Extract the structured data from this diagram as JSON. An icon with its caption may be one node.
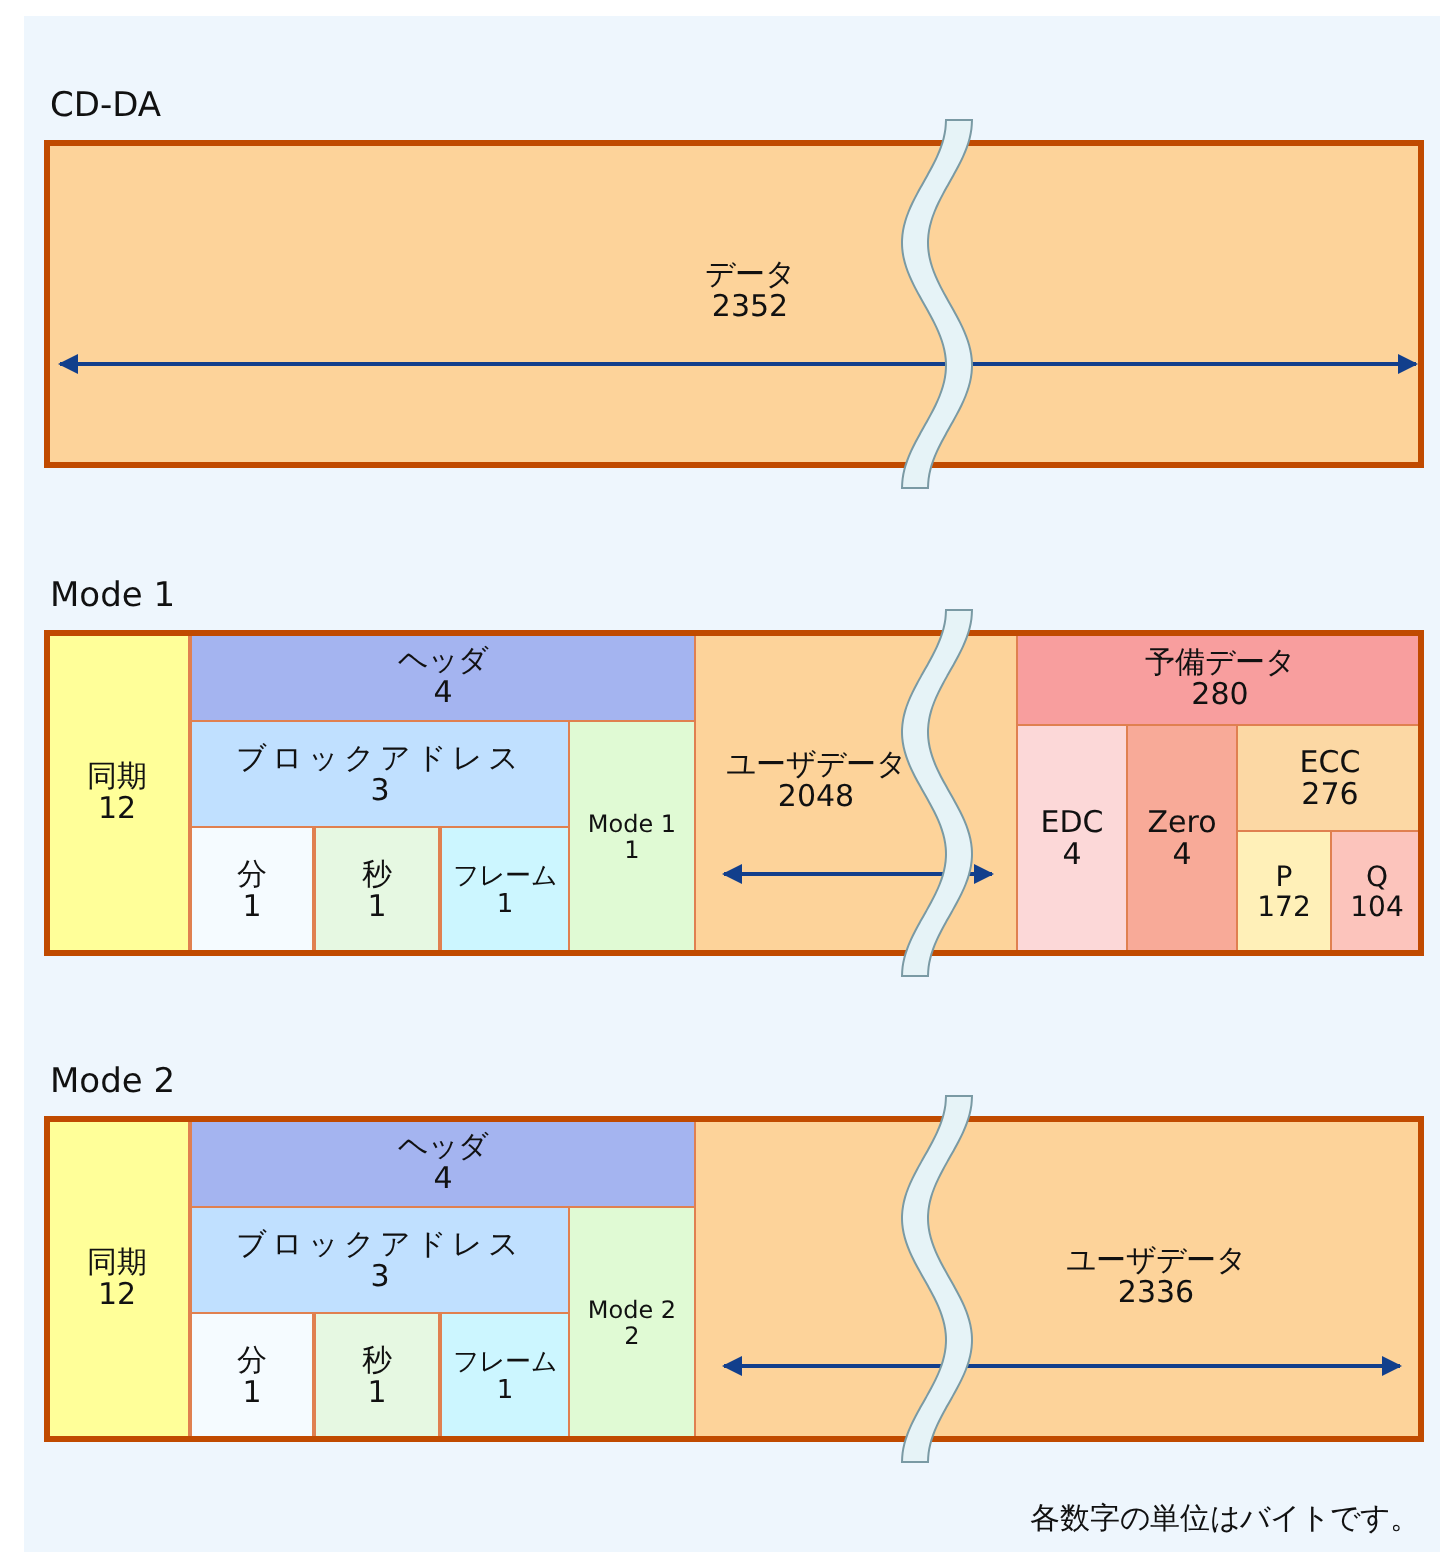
{
  "diagram": {
    "nodes": [
      {
        "text": [
          "CD-DA",
          "データ",
          "2352"
        ]
      },
      {
        "text": [
          "Mode 1"
        ]
      },
      {
        "text": [
          "同期",
          "12"
        ],
        "in": 1
      },
      {
        "text": [
          "ヘッダ",
          "4"
        ],
        "in": 1
      },
      {
        "text": [
          "ブロックアドレス",
          "3"
        ],
        "in": 3
      },
      {
        "text": [
          "分",
          "1"
        ],
        "in": 4
      },
      {
        "text": [
          "秒",
          "1"
        ],
        "in": 4
      },
      {
        "text": [
          "フレーム",
          "1"
        ],
        "in": 4
      },
      {
        "text": [
          "Mode 1",
          "1"
        ],
        "in": 3
      },
      {
        "text": [
          "ユーザデータ",
          "2048"
        ],
        "in": 1
      },
      {
        "text": [
          "予備データ",
          "280"
        ],
        "in": 1
      },
      {
        "text": [
          "EDC",
          "4"
        ],
        "in": 10
      },
      {
        "text": [
          "Zero",
          "4"
        ],
        "in": 10
      },
      {
        "text": [
          "ECC",
          "276"
        ],
        "in": 10
      },
      {
        "text": [
          "P",
          "172"
        ],
        "in": 13
      },
      {
        "text": [
          "Q",
          "104"
        ],
        "in": 13
      },
      {
        "text": [
          "Mode 2"
        ]
      },
      {
        "text": [
          "同期",
          "12"
        ],
        "in": 16
      },
      {
        "text": [
          "ヘッダ",
          "4"
        ],
        "in": 16
      },
      {
        "text": [
          "ブロックアドレス",
          "3"
        ],
        "in": 18
      },
      {
        "text": [
          "分",
          "1"
        ],
        "in": 19
      },
      {
        "text": [
          "秒",
          "1"
        ],
        "in": 19
      },
      {
        "text": [
          "フレーム",
          "1"
        ],
        "in": 19
      },
      {
        "text": [
          "Mode 2",
          "2"
        ],
        "in": 18
      },
      {
        "text": [
          "ユーザデータ",
          "2336"
        ],
        "in": 16
      }
    ],
    "labels": [
      "各数字の単位はバイトです。"
    ]
  }
}
